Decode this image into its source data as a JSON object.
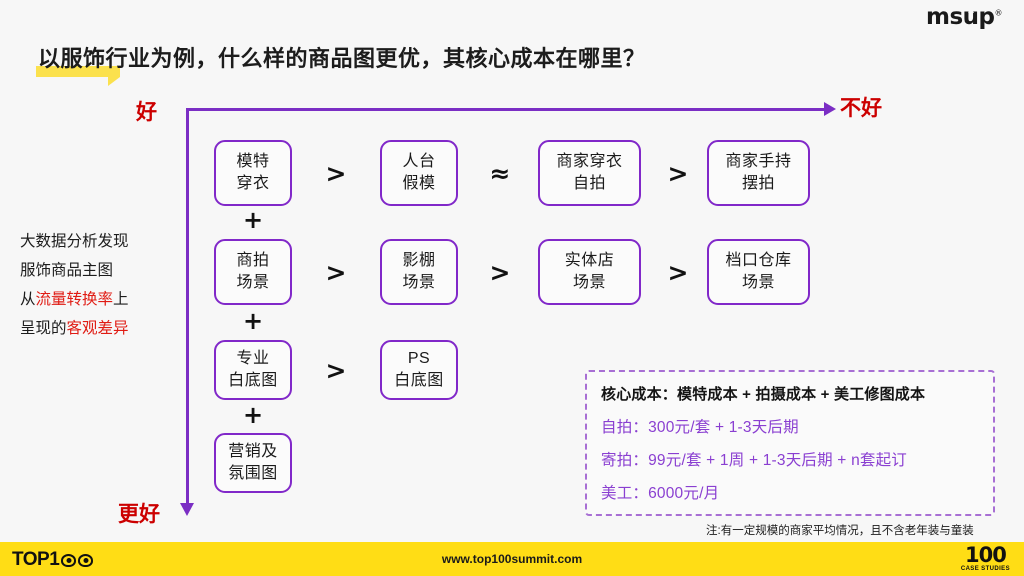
{
  "brand": {
    "logo_text_1": "ms",
    "logo_text_u": "u",
    "logo_text_2": "p",
    "logo_reg": "®"
  },
  "title": "以服饰行业为例，什么样的商品图更优，其核心成本在哪里？",
  "axis": {
    "good": "好",
    "bad": "不好",
    "better": "更好",
    "color": "#7b2ec4"
  },
  "description": {
    "line1": "大数据分析发现",
    "line2": "服饰商品主图",
    "line3_a": "从",
    "line3_red": "流量转换率",
    "line3_b": "上",
    "line4_a": "呈现的",
    "line4_red": "客观差异",
    "red_color": "#e01b13"
  },
  "flow": {
    "box_border_color": "#8128c9",
    "rows": [
      {
        "id": "row-model",
        "boxes": [
          {
            "l1": "模特",
            "l2": "穿衣"
          },
          {
            "l1": "人台",
            "l2": "假模"
          },
          {
            "l1": "商家穿衣",
            "l2": "自拍"
          },
          {
            "l1": "商家手持",
            "l2": "摆拍"
          }
        ],
        "ops": [
          ">",
          "≈",
          ">"
        ]
      },
      {
        "id": "row-scene",
        "boxes": [
          {
            "l1": "商拍",
            "l2": "场景"
          },
          {
            "l1": "影棚",
            "l2": "场景"
          },
          {
            "l1": "实体店",
            "l2": "场景"
          },
          {
            "l1": "档口仓库",
            "l2": "场景"
          }
        ],
        "ops": [
          ">",
          ">",
          ">"
        ]
      },
      {
        "id": "row-whitebg",
        "boxes": [
          {
            "l1": "专业",
            "l2": "白底图"
          },
          {
            "l1": "PS",
            "l2": "白底图"
          }
        ],
        "ops": [
          ">"
        ]
      },
      {
        "id": "row-marketing",
        "boxes": [
          {
            "l1": "营销及",
            "l2": "氛围图"
          }
        ],
        "ops": []
      }
    ],
    "plus": "+"
  },
  "cost_card": {
    "title": "核心成本：模特成本 + 拍摄成本 + 美工修图成本",
    "lines": [
      "自拍：300元/套 + 1-3天后期",
      "寄拍：99元/套 + 1周 + 1-3天后期 + n套起订",
      "美工：6000元/月"
    ],
    "accent_color": "#8a3fd1"
  },
  "note": "注:有一定规模的商家平均情况，且不含老年装与童装",
  "footer": {
    "left_logo": "TOP1",
    "url": "www.top100summit.com",
    "right_number": "100",
    "right_sub": "CASE STUDIES",
    "bg_color": "#ffdd15"
  }
}
